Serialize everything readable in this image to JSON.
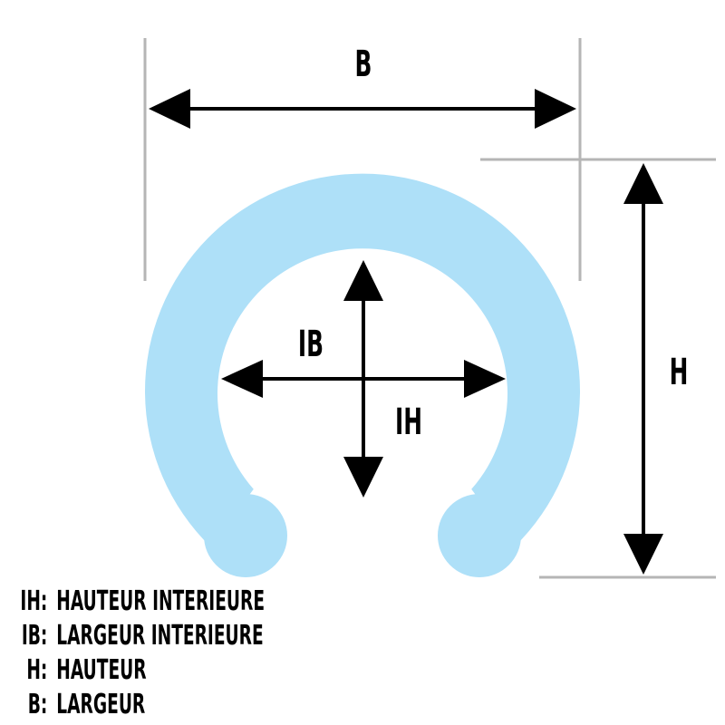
{
  "colors": {
    "ring": "#aee0f8",
    "lines": "#000000",
    "extension_lines": "#b5b5b5",
    "text": "#000000",
    "background": "#ffffff"
  },
  "labels": {
    "b": "B",
    "h": "H",
    "ib": "IB",
    "ih": "IH"
  },
  "legend": [
    {
      "key": "IH",
      "text": "HAUTEUR INTERIEURE"
    },
    {
      "key": "IB",
      "text": "LARGEUR INTERIEURE"
    },
    {
      "key": "H",
      "text": "HAUTEUR"
    },
    {
      "key": "B",
      "text": "LARGEUR"
    }
  ]
}
